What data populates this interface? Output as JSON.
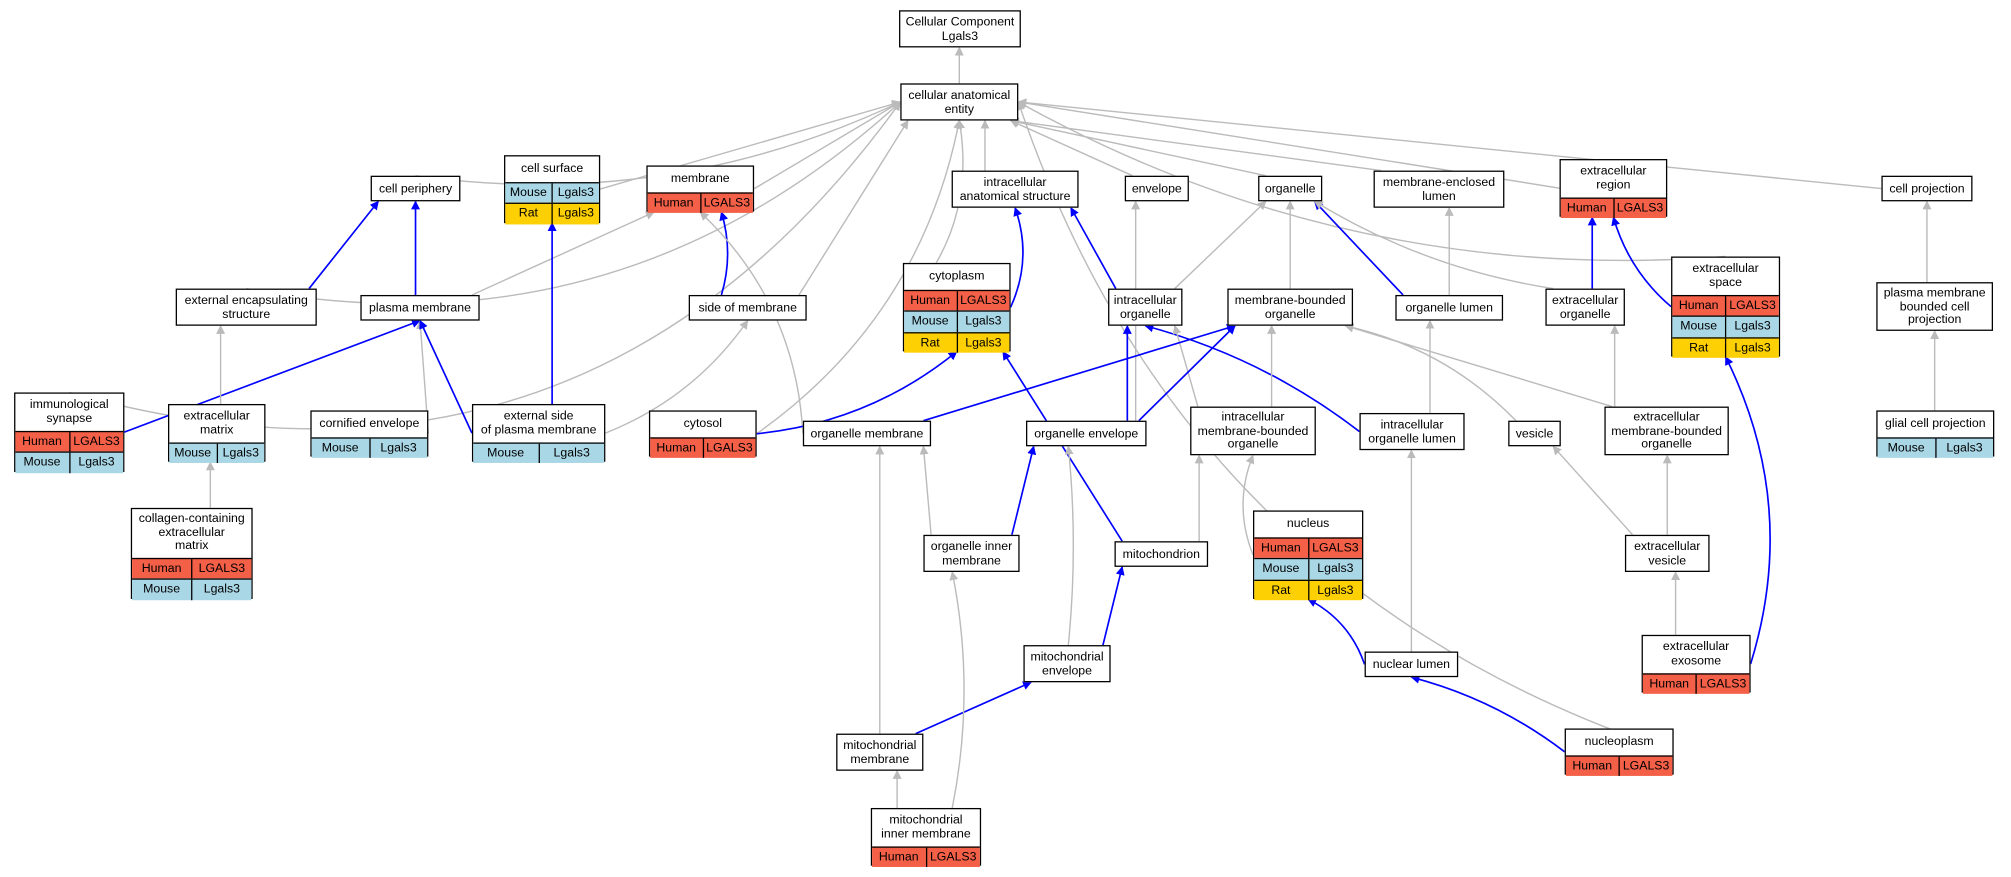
{
  "diagram": {
    "colors": {
      "edge_is_a": "#bbbbbb",
      "edge_part_of": "#0000ff",
      "Human": "#f45f47",
      "Mouse": "#a9d7e6",
      "Rat": "#fdd004"
    },
    "nodes": [
      {
        "id": "root",
        "label": "Cellular Component\nLgals3"
      },
      {
        "id": "cae",
        "label": "cellular anatomical\nentity"
      },
      {
        "id": "cell_periphery",
        "label": "cell periphery"
      },
      {
        "id": "cell_surface",
        "label": "cell surface",
        "annotations": [
          {
            "species": "Mouse",
            "gene": "Lgals3"
          },
          {
            "species": "Rat",
            "gene": "Lgals3"
          }
        ]
      },
      {
        "id": "membrane",
        "label": "membrane",
        "annotations": [
          {
            "species": "Human",
            "gene": "LGALS3"
          }
        ]
      },
      {
        "id": "intracellular_anat",
        "label": "intracellular\nanatomical structure"
      },
      {
        "id": "envelope",
        "label": "envelope"
      },
      {
        "id": "organelle",
        "label": "organelle"
      },
      {
        "id": "mem_enclosed_lumen",
        "label": "membrane-enclosed\nlumen"
      },
      {
        "id": "extracellular_region",
        "label": "extracellular\nregion",
        "annotations": [
          {
            "species": "Human",
            "gene": "LGALS3"
          }
        ]
      },
      {
        "id": "cell_projection",
        "label": "cell projection"
      },
      {
        "id": "ext_encap",
        "label": "external encapsulating\nstructure"
      },
      {
        "id": "plasma_membrane",
        "label": "plasma membrane"
      },
      {
        "id": "side_of_membrane",
        "label": "side of membrane"
      },
      {
        "id": "cytoplasm",
        "label": "cytoplasm",
        "annotations": [
          {
            "species": "Human",
            "gene": "LGALS3"
          },
          {
            "species": "Mouse",
            "gene": "Lgals3"
          },
          {
            "species": "Rat",
            "gene": "Lgals3"
          }
        ]
      },
      {
        "id": "intracellular_organelle",
        "label": "intracellular\norganelle"
      },
      {
        "id": "mem_bounded_organelle",
        "label": "membrane-bounded\norganelle"
      },
      {
        "id": "organelle_lumen",
        "label": "organelle lumen"
      },
      {
        "id": "extracellular_organelle",
        "label": "extracellular\norganelle"
      },
      {
        "id": "extracellular_space",
        "label": "extracellular\nspace",
        "annotations": [
          {
            "species": "Human",
            "gene": "LGALS3"
          },
          {
            "species": "Mouse",
            "gene": "Lgals3"
          },
          {
            "species": "Rat",
            "gene": "Lgals3"
          }
        ]
      },
      {
        "id": "pm_bounded_projection",
        "label": "plasma membrane\nbounded cell\nprojection"
      },
      {
        "id": "immunological_synapse",
        "label": "immunological\nsynapse",
        "annotations": [
          {
            "species": "Human",
            "gene": "LGALS3"
          },
          {
            "species": "Mouse",
            "gene": "Lgals3"
          }
        ]
      },
      {
        "id": "extracellular_matrix",
        "label": "extracellular\nmatrix",
        "annotations": [
          {
            "species": "Mouse",
            "gene": "Lgals3"
          }
        ]
      },
      {
        "id": "cornified_envelope",
        "label": "cornified envelope",
        "annotations": [
          {
            "species": "Mouse",
            "gene": "Lgals3"
          }
        ]
      },
      {
        "id": "external_side_pm",
        "label": "external side\nof plasma membrane",
        "annotations": [
          {
            "species": "Mouse",
            "gene": "Lgals3"
          }
        ]
      },
      {
        "id": "cytosol",
        "label": "cytosol",
        "annotations": [
          {
            "species": "Human",
            "gene": "LGALS3"
          }
        ]
      },
      {
        "id": "organelle_membrane",
        "label": "organelle membrane"
      },
      {
        "id": "organelle_envelope",
        "label": "organelle envelope"
      },
      {
        "id": "intracellular_mb_organelle",
        "label": "intracellular\nmembrane-bounded\norganelle"
      },
      {
        "id": "intracellular_organelle_lumen",
        "label": "intracellular\norganelle lumen"
      },
      {
        "id": "vesicle",
        "label": "vesicle"
      },
      {
        "id": "extracellular_mb_organelle",
        "label": "extracellular\nmembrane-bounded\norganelle"
      },
      {
        "id": "glial_cell_projection",
        "label": "glial cell projection",
        "annotations": [
          {
            "species": "Mouse",
            "gene": "Lgals3"
          }
        ]
      },
      {
        "id": "collagen_ecm",
        "label": "collagen-containing\nextracellular\nmatrix",
        "annotations": [
          {
            "species": "Human",
            "gene": "LGALS3"
          },
          {
            "species": "Mouse",
            "gene": "Lgals3"
          }
        ]
      },
      {
        "id": "organelle_inner_membrane",
        "label": "organelle inner\nmembrane"
      },
      {
        "id": "mitochondrion",
        "label": "mitochondrion"
      },
      {
        "id": "nucleus",
        "label": "nucleus",
        "annotations": [
          {
            "species": "Human",
            "gene": "LGALS3"
          },
          {
            "species": "Mouse",
            "gene": "Lgals3"
          },
          {
            "species": "Rat",
            "gene": "Lgals3"
          }
        ]
      },
      {
        "id": "extracellular_vesicle",
        "label": "extracellular\nvesicle"
      },
      {
        "id": "mito_envelope",
        "label": "mitochondrial\nenvelope"
      },
      {
        "id": "nuclear_lumen",
        "label": "nuclear lumen"
      },
      {
        "id": "extracellular_exosome",
        "label": "extracellular\nexosome",
        "annotations": [
          {
            "species": "Human",
            "gene": "LGALS3"
          }
        ]
      },
      {
        "id": "mito_membrane",
        "label": "mitochondrial\nmembrane"
      },
      {
        "id": "nucleoplasm",
        "label": "nucleoplasm",
        "annotations": [
          {
            "species": "Human",
            "gene": "LGALS3"
          }
        ]
      },
      {
        "id": "mito_inner_membrane",
        "label": "mitochondrial\ninner membrane",
        "annotations": [
          {
            "species": "Human",
            "gene": "LGALS3"
          }
        ]
      }
    ],
    "edges": [
      {
        "from": "cae",
        "to": "root",
        "type": "is_a"
      },
      {
        "from": "cell_periphery",
        "to": "cae",
        "type": "is_a"
      },
      {
        "from": "cell_surface",
        "to": "cae",
        "type": "is_a"
      },
      {
        "from": "membrane",
        "to": "cae",
        "type": "is_a"
      },
      {
        "from": "intracellular_anat",
        "to": "cae",
        "type": "is_a"
      },
      {
        "from": "envelope",
        "to": "cae",
        "type": "is_a"
      },
      {
        "from": "organelle",
        "to": "cae",
        "type": "is_a"
      },
      {
        "from": "mem_enclosed_lumen",
        "to": "cae",
        "type": "is_a"
      },
      {
        "from": "extracellular_region",
        "to": "cae",
        "type": "is_a"
      },
      {
        "from": "cell_projection",
        "to": "cae",
        "type": "is_a"
      },
      {
        "from": "ext_encap",
        "to": "cae",
        "type": "is_a"
      },
      {
        "from": "side_of_membrane",
        "to": "cae",
        "type": "is_a"
      },
      {
        "from": "cytoplasm",
        "to": "cae",
        "type": "is_a"
      },
      {
        "from": "immunological_synapse",
        "to": "cae",
        "type": "is_a"
      },
      {
        "from": "cytosol",
        "to": "cae",
        "type": "is_a"
      },
      {
        "from": "extracellular_space",
        "to": "cae",
        "type": "is_a"
      },
      {
        "from": "nucleoplasm",
        "to": "cae",
        "type": "is_a"
      },
      {
        "from": "ext_encap",
        "to": "cell_periphery",
        "type": "part_of"
      },
      {
        "from": "plasma_membrane",
        "to": "cell_periphery",
        "type": "part_of"
      },
      {
        "from": "plasma_membrane",
        "to": "membrane",
        "type": "is_a"
      },
      {
        "from": "side_of_membrane",
        "to": "membrane",
        "type": "part_of"
      },
      {
        "from": "organelle_membrane",
        "to": "membrane",
        "type": "is_a"
      },
      {
        "from": "cytoplasm",
        "to": "intracellular_anat",
        "type": "part_of"
      },
      {
        "from": "intracellular_organelle",
        "to": "intracellular_anat",
        "type": "part_of"
      },
      {
        "from": "organelle_envelope",
        "to": "envelope",
        "type": "is_a"
      },
      {
        "from": "intracellular_organelle",
        "to": "organelle",
        "type": "is_a"
      },
      {
        "from": "mem_bounded_organelle",
        "to": "organelle",
        "type": "is_a"
      },
      {
        "from": "organelle_lumen",
        "to": "organelle",
        "type": "part_of"
      },
      {
        "from": "extracellular_organelle",
        "to": "organelle",
        "type": "is_a"
      },
      {
        "from": "organelle_lumen",
        "to": "mem_enclosed_lumen",
        "type": "is_a"
      },
      {
        "from": "extracellular_organelle",
        "to": "extracellular_region",
        "type": "part_of"
      },
      {
        "from": "extracellular_space",
        "to": "extracellular_region",
        "type": "part_of"
      },
      {
        "from": "pm_bounded_projection",
        "to": "cell_projection",
        "type": "is_a"
      },
      {
        "from": "immunological_synapse",
        "to": "plasma_membrane",
        "type": "part_of"
      },
      {
        "from": "cornified_envelope",
        "to": "plasma_membrane",
        "type": "is_a"
      },
      {
        "from": "external_side_pm",
        "to": "plasma_membrane",
        "type": "part_of"
      },
      {
        "from": "external_side_pm",
        "to": "cell_surface",
        "type": "part_of"
      },
      {
        "from": "external_side_pm",
        "to": "side_of_membrane",
        "type": "is_a"
      },
      {
        "from": "extracellular_matrix",
        "to": "ext_encap",
        "type": "is_a"
      },
      {
        "from": "collagen_ecm",
        "to": "extracellular_matrix",
        "type": "is_a"
      },
      {
        "from": "cytosol",
        "to": "cytoplasm",
        "type": "part_of"
      },
      {
        "from": "mitochondrion",
        "to": "cytoplasm",
        "type": "part_of"
      },
      {
        "from": "organelle_envelope",
        "to": "intracellular_organelle",
        "type": "part_of"
      },
      {
        "from": "intracellular_organelle_lumen",
        "to": "intracellular_organelle",
        "type": "part_of"
      },
      {
        "from": "intracellular_mb_organelle",
        "to": "intracellular_organelle",
        "type": "is_a"
      },
      {
        "from": "organelle_membrane",
        "to": "mem_bounded_organelle",
        "type": "part_of"
      },
      {
        "from": "organelle_envelope",
        "to": "mem_bounded_organelle",
        "type": "part_of"
      },
      {
        "from": "intracellular_mb_organelle",
        "to": "mem_bounded_organelle",
        "type": "is_a"
      },
      {
        "from": "vesicle",
        "to": "mem_bounded_organelle",
        "type": "is_a"
      },
      {
        "from": "extracellular_mb_organelle",
        "to": "mem_bounded_organelle",
        "type": "is_a"
      },
      {
        "from": "intracellular_organelle_lumen",
        "to": "organelle_lumen",
        "type": "is_a"
      },
      {
        "from": "extracellular_mb_organelle",
        "to": "extracellular_organelle",
        "type": "is_a"
      },
      {
        "from": "extracellular_exosome",
        "to": "extracellular_space",
        "type": "part_of"
      },
      {
        "from": "glial_cell_projection",
        "to": "pm_bounded_projection",
        "type": "is_a"
      },
      {
        "from": "organelle_inner_membrane",
        "to": "organelle_membrane",
        "type": "is_a"
      },
      {
        "from": "mito_membrane",
        "to": "organelle_membrane",
        "type": "is_a"
      },
      {
        "from": "organelle_inner_membrane",
        "to": "organelle_envelope",
        "type": "part_of"
      },
      {
        "from": "mito_envelope",
        "to": "organelle_envelope",
        "type": "is_a"
      },
      {
        "from": "mitochondrion",
        "to": "intracellular_mb_organelle",
        "type": "is_a"
      },
      {
        "from": "nucleus",
        "to": "intracellular_mb_organelle",
        "type": "is_a"
      },
      {
        "from": "nuclear_lumen",
        "to": "intracellular_organelle_lumen",
        "type": "is_a"
      },
      {
        "from": "extracellular_vesicle",
        "to": "vesicle",
        "type": "is_a"
      },
      {
        "from": "extracellular_vesicle",
        "to": "extracellular_mb_organelle",
        "type": "is_a"
      },
      {
        "from": "mito_envelope",
        "to": "mitochondrion",
        "type": "part_of"
      },
      {
        "from": "nuclear_lumen",
        "to": "nucleus",
        "type": "part_of"
      },
      {
        "from": "extracellular_exosome",
        "to": "extracellular_vesicle",
        "type": "is_a"
      },
      {
        "from": "mito_membrane",
        "to": "mito_envelope",
        "type": "part_of"
      },
      {
        "from": "nucleoplasm",
        "to": "nuclear_lumen",
        "type": "part_of"
      },
      {
        "from": "mito_inner_membrane",
        "to": "mito_membrane",
        "type": "is_a"
      },
      {
        "from": "mito_inner_membrane",
        "to": "organelle_inner_membrane",
        "type": "is_a"
      }
    ]
  }
}
